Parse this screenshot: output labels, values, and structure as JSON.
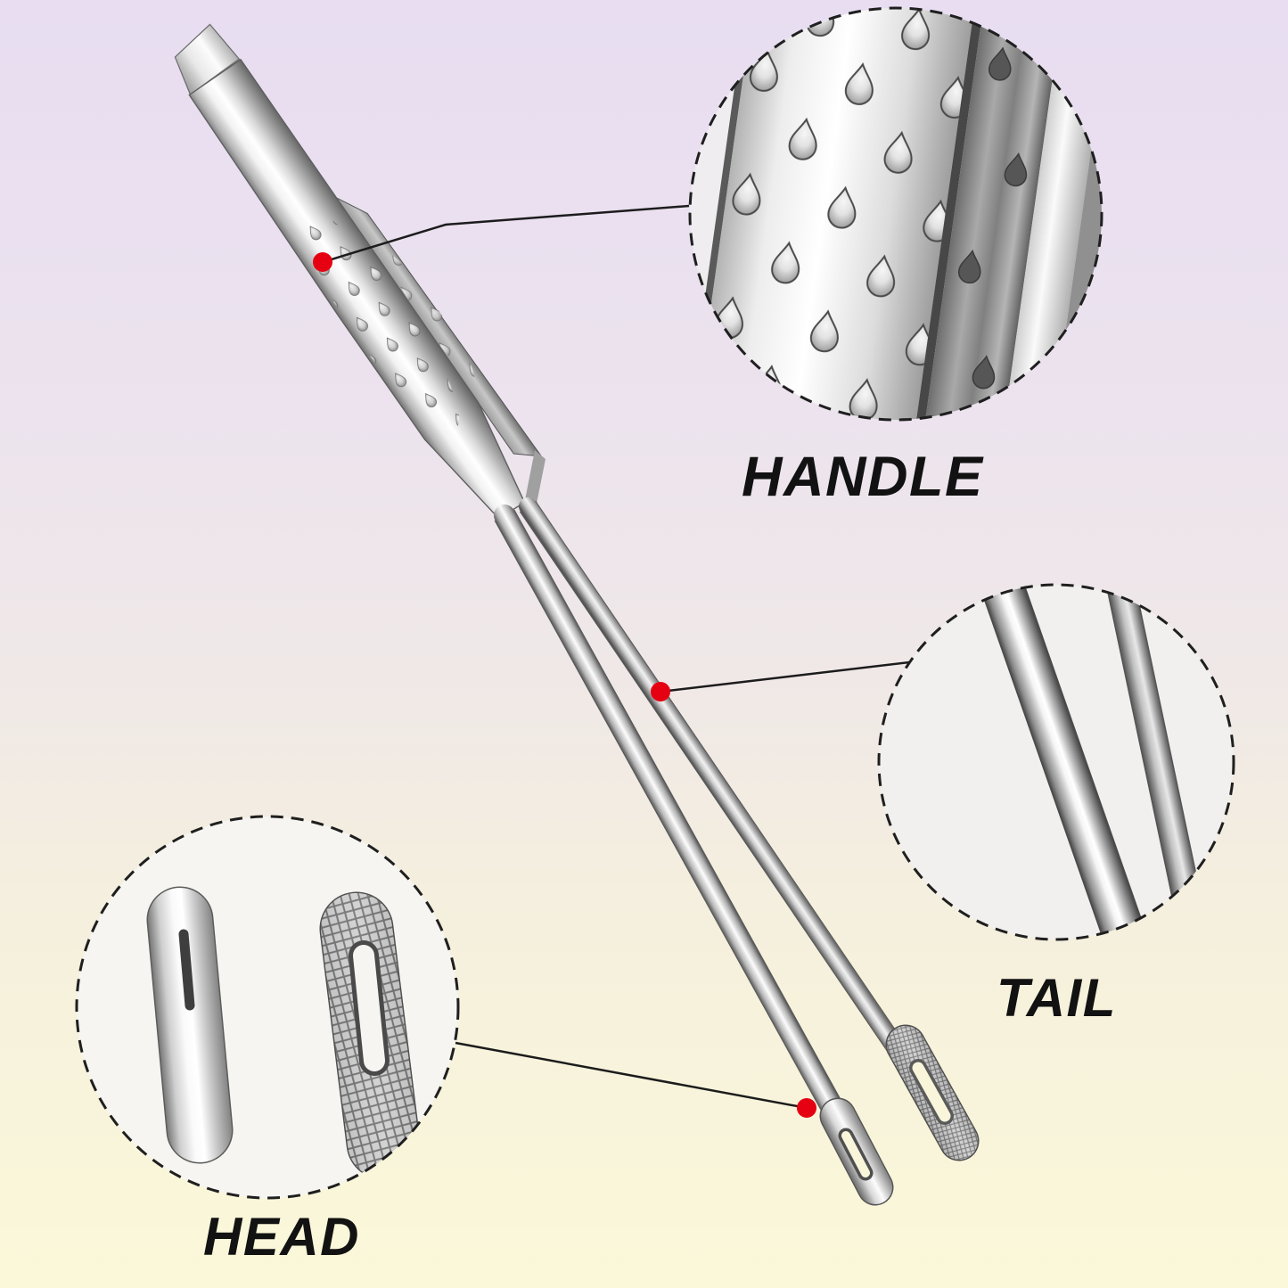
{
  "callouts": [
    {
      "id": "handle",
      "label": "HANDLE"
    },
    {
      "id": "tail",
      "label": "TAIL"
    },
    {
      "id": "head",
      "label": "HEAD"
    }
  ],
  "style": {
    "background_top": "#e8ddf1",
    "background_mid": "#f0e9e6",
    "background_bottom": "#fbf8d9",
    "marker_color": "#e50012",
    "leader_line_color": "#1c1c1c",
    "circle_border_color": "#1f1f1f",
    "label_color": "#121212",
    "metal_highlight": "#ffffff",
    "metal_shadow": "#5a5a5a"
  }
}
